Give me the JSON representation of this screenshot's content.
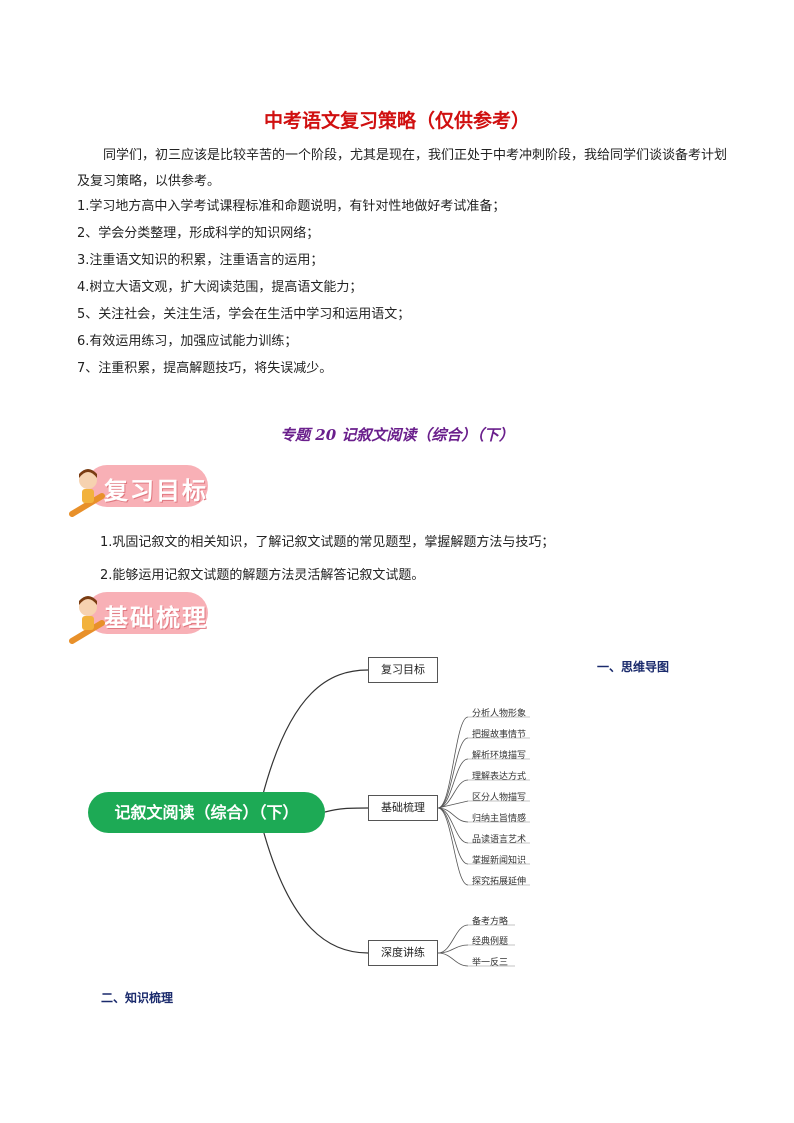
{
  "header": {
    "title": "中考语文复习策略（仅供参考）"
  },
  "intro": "同学们，初三应该是比较辛苦的一个阶段，尤其是现在，我们正处于中考冲刺阶段，我给同学们谈谈备考计划及复习策略，以供参考。",
  "strategies": [
    "1.学习地方高中入学考试课程标准和命题说明，有针对性地做好考试准备；",
    "2、学会分类整理，形成科学的知识网络；",
    "3.注重语文知识的积累，注重语言的运用；",
    "4.树立大语文观，扩大阅读范围，提高语文能力；",
    "5、关注社会，关注生活，学会在生活中学习和运用语文；",
    "6.有效运用练习，加强应试能力训练；",
    "7、注重积累，提高解题技巧，将失误减少。"
  ],
  "topic": {
    "title": "专题 20 记叙文阅读（综合）（下）"
  },
  "banner1": {
    "label": "复习目标"
  },
  "goals": [
    "1.巩固记叙文的相关知识，了解记叙文试题的常见题型，掌握解题方法与技巧；",
    "2.能够运用记叙文试题的解题方法灵活解答记叙文试题。"
  ],
  "banner2": {
    "label": "基础梳理"
  },
  "mindmap": {
    "heading": "一、思维导图",
    "root": "记叙文阅读（综合）（下）",
    "branch1": {
      "label": "复习目标"
    },
    "branch2": {
      "label": "基础梳理",
      "leaves": [
        "分析人物形象",
        "把握故事情节",
        "解析环境描写",
        "理解表达方式",
        "区分人物描写",
        "归纳主旨情感",
        "品读语言艺术",
        "掌握新闻知识",
        "探究拓展延伸"
      ]
    },
    "branch3": {
      "label": "深度讲练",
      "leaves": [
        "备考方略",
        "经典例题",
        "举一反三"
      ]
    }
  },
  "section2": {
    "heading": "二、知识梳理"
  },
  "colors": {
    "title_red": "#d01010",
    "topic_purple": "#6a1f8c",
    "root_green": "#1daa55",
    "banner_pink": "#f8b0b6"
  }
}
